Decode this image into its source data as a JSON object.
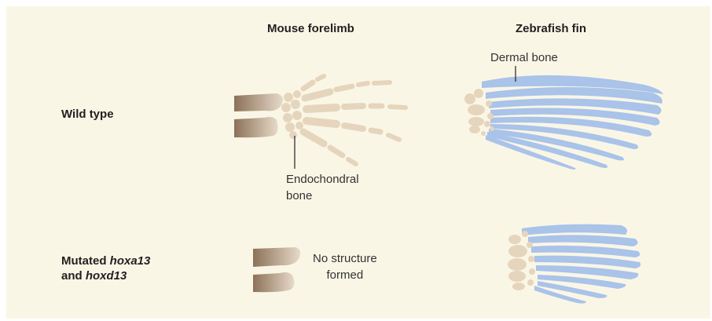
{
  "columns": {
    "mouse": "Mouse forelimb",
    "zebrafish": "Zebrafish fin"
  },
  "rows": {
    "wild_type": "Wild type",
    "mutated_prefix": "Mutated ",
    "mutated_gene1": "hoxa13",
    "mutated_and": "and ",
    "mutated_gene2": "hoxd13"
  },
  "annotations": {
    "dermal_bone": "Dermal bone",
    "endochondral_line1": "Endochondral",
    "endochondral_line2": "bone",
    "no_structure_line1": "No structure",
    "no_structure_line2": "formed"
  },
  "colors": {
    "background": "#faf6e6",
    "endochondral_bone": "#e6d5bd",
    "dermal_bone": "#a9c3e9",
    "limb_bone_dark": "#8c7158",
    "limb_bone_light": "#e7dac9"
  }
}
